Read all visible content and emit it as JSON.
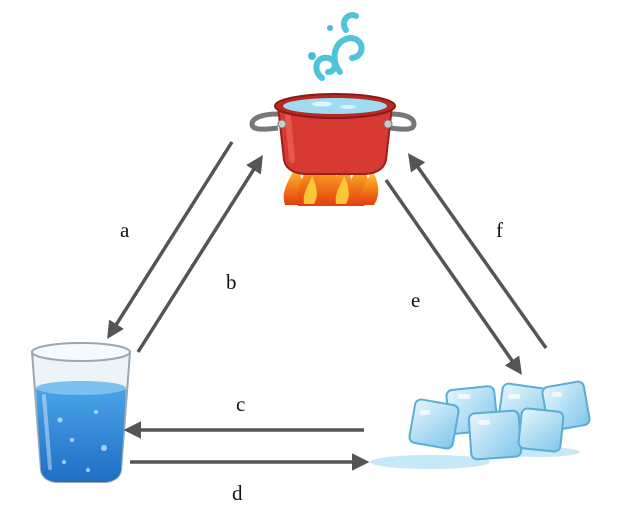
{
  "nodes": {
    "boiling_pot": {
      "icon": "boiling-pot-icon"
    },
    "water_glass": {
      "icon": "water-glass-icon"
    },
    "ice_cubes": {
      "icon": "ice-cubes-icon"
    }
  },
  "labels": {
    "a": "a",
    "b": "b",
    "c": "c",
    "d": "d",
    "e": "e",
    "f": "f"
  },
  "colors": {
    "arrow": "#555555",
    "pot": "#d63a32",
    "flame": "#f59a1b",
    "steam": "#46bfd6",
    "water": "#2f86d6",
    "ice": "#a8daf2"
  }
}
